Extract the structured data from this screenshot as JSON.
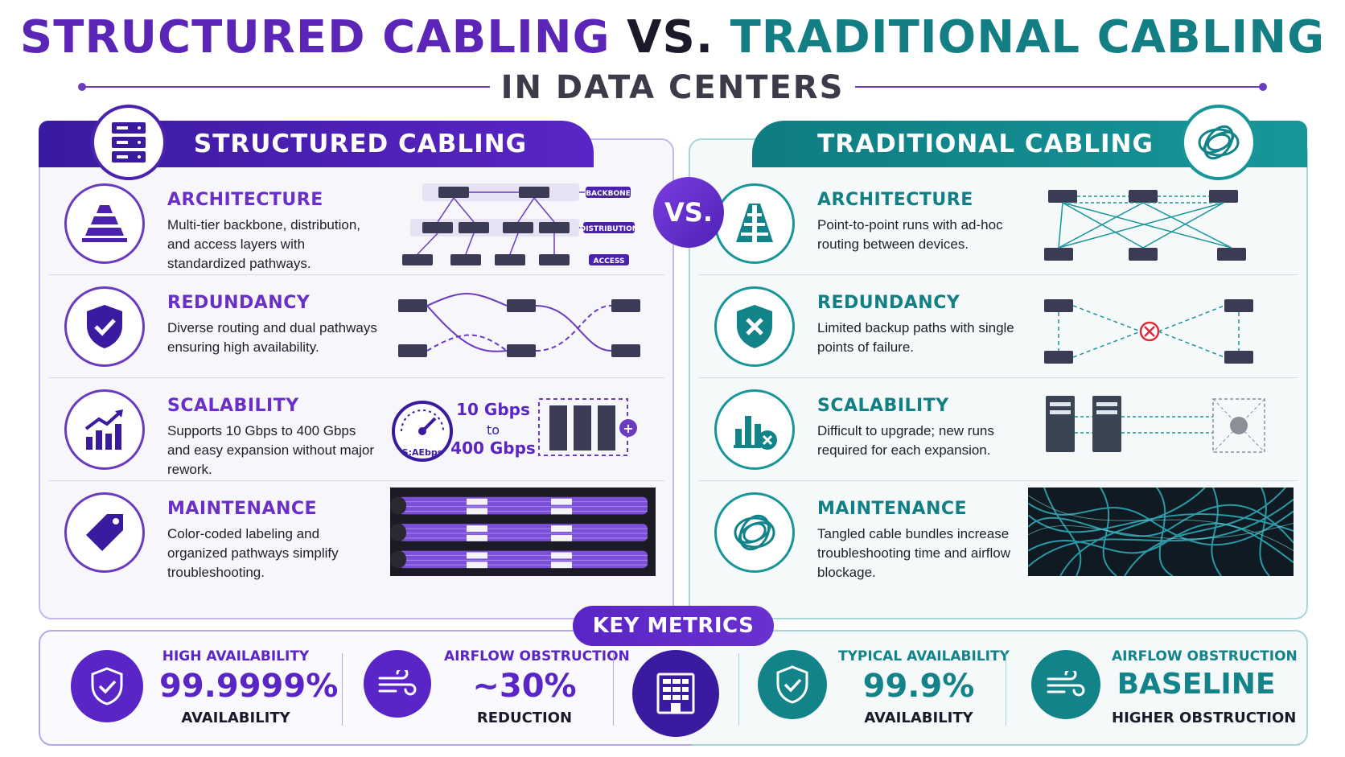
{
  "title": {
    "part1": "STRUCTURED CABLING",
    "part2": "VS.",
    "part3": "TRADITIONAL CABLING",
    "subtitle": "IN DATA CENTERS"
  },
  "vs_badge": "VS.",
  "left": {
    "heading": "STRUCTURED CABLING",
    "rows": [
      {
        "title": "ARCHITECTURE",
        "desc": "Multi-tier backbone, distribution, and access layers with standardized pathways.",
        "icon": "pyramid-icon"
      },
      {
        "title": "REDUNDANCY",
        "desc": "Diverse routing and dual pathways ensuring high availability.",
        "icon": "shield-check-icon"
      },
      {
        "title": "SCALABILITY",
        "desc": "Supports 10 Gbps to 400 Gbps and easy expansion without major rework.",
        "icon": "growth-chart-icon"
      },
      {
        "title": "MAINTENANCE",
        "desc": "Color-coded labeling and organized pathways simplify troubleshooting.",
        "icon": "tag-icon"
      }
    ],
    "tier_labels": [
      "BACKBONE",
      "DISTRIBUTION",
      "ACCESS"
    ],
    "speed": {
      "from": "10 Gbps",
      "to_word": "to",
      "to": "400 Gbps",
      "gauge_label": "S:AEbps"
    }
  },
  "right": {
    "heading": "TRADITIONAL CABLING",
    "rows": [
      {
        "title": "ARCHITECTURE",
        "desc": "Point-to-point runs with ad-hoc routing between devices.",
        "icon": "ladder-rack-icon"
      },
      {
        "title": "REDUNDANCY",
        "desc": "Limited backup paths with single points of failure.",
        "icon": "shield-x-icon"
      },
      {
        "title": "SCALABILITY",
        "desc": "Difficult to upgrade; new runs required for each expansion.",
        "icon": "bar-chart-x-icon"
      },
      {
        "title": "MAINTENANCE",
        "desc": "Tangled cable bundles increase troubleshooting time and airflow blockage.",
        "icon": "tangle-icon"
      }
    ]
  },
  "key_metrics": {
    "heading": "KEY METRICS",
    "items": [
      {
        "label": "HIGH AVAILABILITY",
        "value": "99.9999%",
        "sub": "AVAILABILITY",
        "icon": "shield-check-icon"
      },
      {
        "label": "AIRFLOW OBSTRUCTION",
        "value": "~30%",
        "sub": "REDUCTION",
        "icon": "wind-icon"
      },
      {
        "label": "TYPICAL AVAILABILITY",
        "value": "99.9%",
        "sub": "AVAILABILITY",
        "icon": "shield-check-icon"
      },
      {
        "label": "AIRFLOW OBSTRUCTION",
        "value": "BASELINE",
        "sub": "HIGHER OBSTRUCTION",
        "icon": "wind-icon"
      }
    ]
  },
  "colors": {
    "purple": "#5a25c6",
    "teal": "#128489",
    "dark": "#1a1a2a"
  }
}
